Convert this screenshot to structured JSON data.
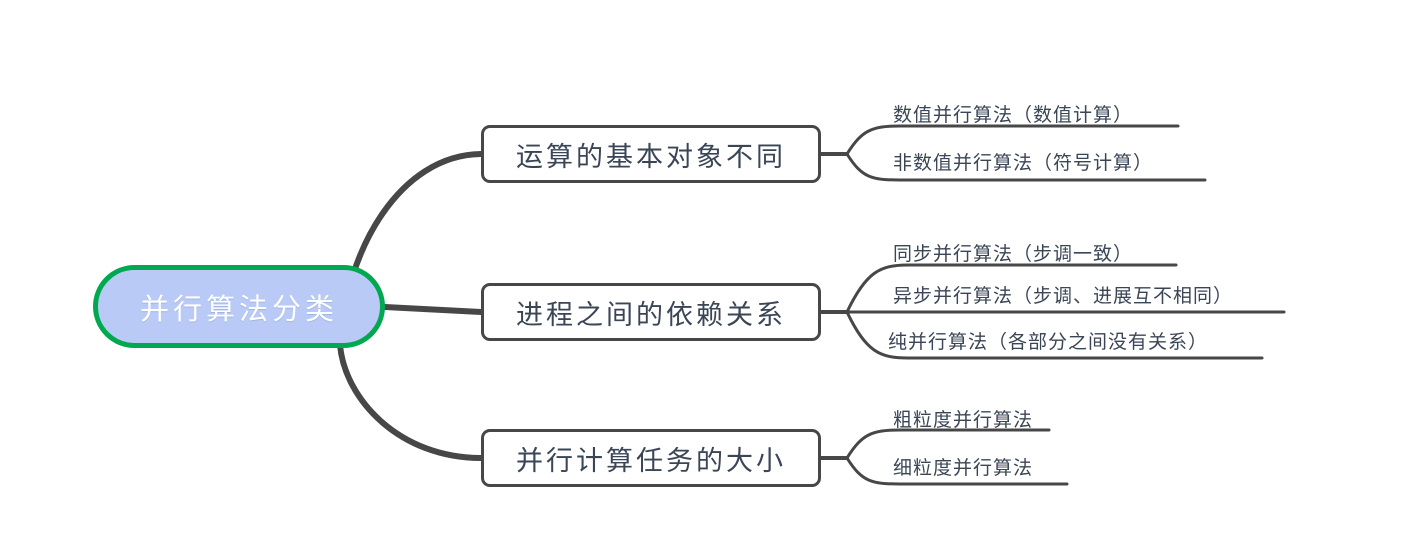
{
  "diagram": {
    "type": "mind-map",
    "title": "并行算法分类",
    "colors": {
      "root_fill": "#b8caf5",
      "root_border": "#00a94f",
      "root_text": "#ffffff",
      "node_fill": "#ffffff",
      "node_border": "#474747",
      "text": "#3a4556",
      "connector": "#474747",
      "background": "#ffffff"
    },
    "root": {
      "label": "并行算法分类"
    },
    "branches": [
      {
        "label": "运算的基本对象不同",
        "leaves": [
          {
            "label": "数值并行算法（数值计算）"
          },
          {
            "label": "非数值并行算法（符号计算）"
          }
        ]
      },
      {
        "label": "进程之间的依赖关系",
        "leaves": [
          {
            "label": "同步并行算法（步调一致）"
          },
          {
            "label": "异步并行算法（步调、进展互不相同）"
          },
          {
            "label": "纯并行算法（各部分之间没有关系）"
          }
        ]
      },
      {
        "label": "并行计算任务的大小",
        "leaves": [
          {
            "label": "粗粒度并行算法"
          },
          {
            "label": "细粒度并行算法"
          }
        ]
      }
    ]
  }
}
